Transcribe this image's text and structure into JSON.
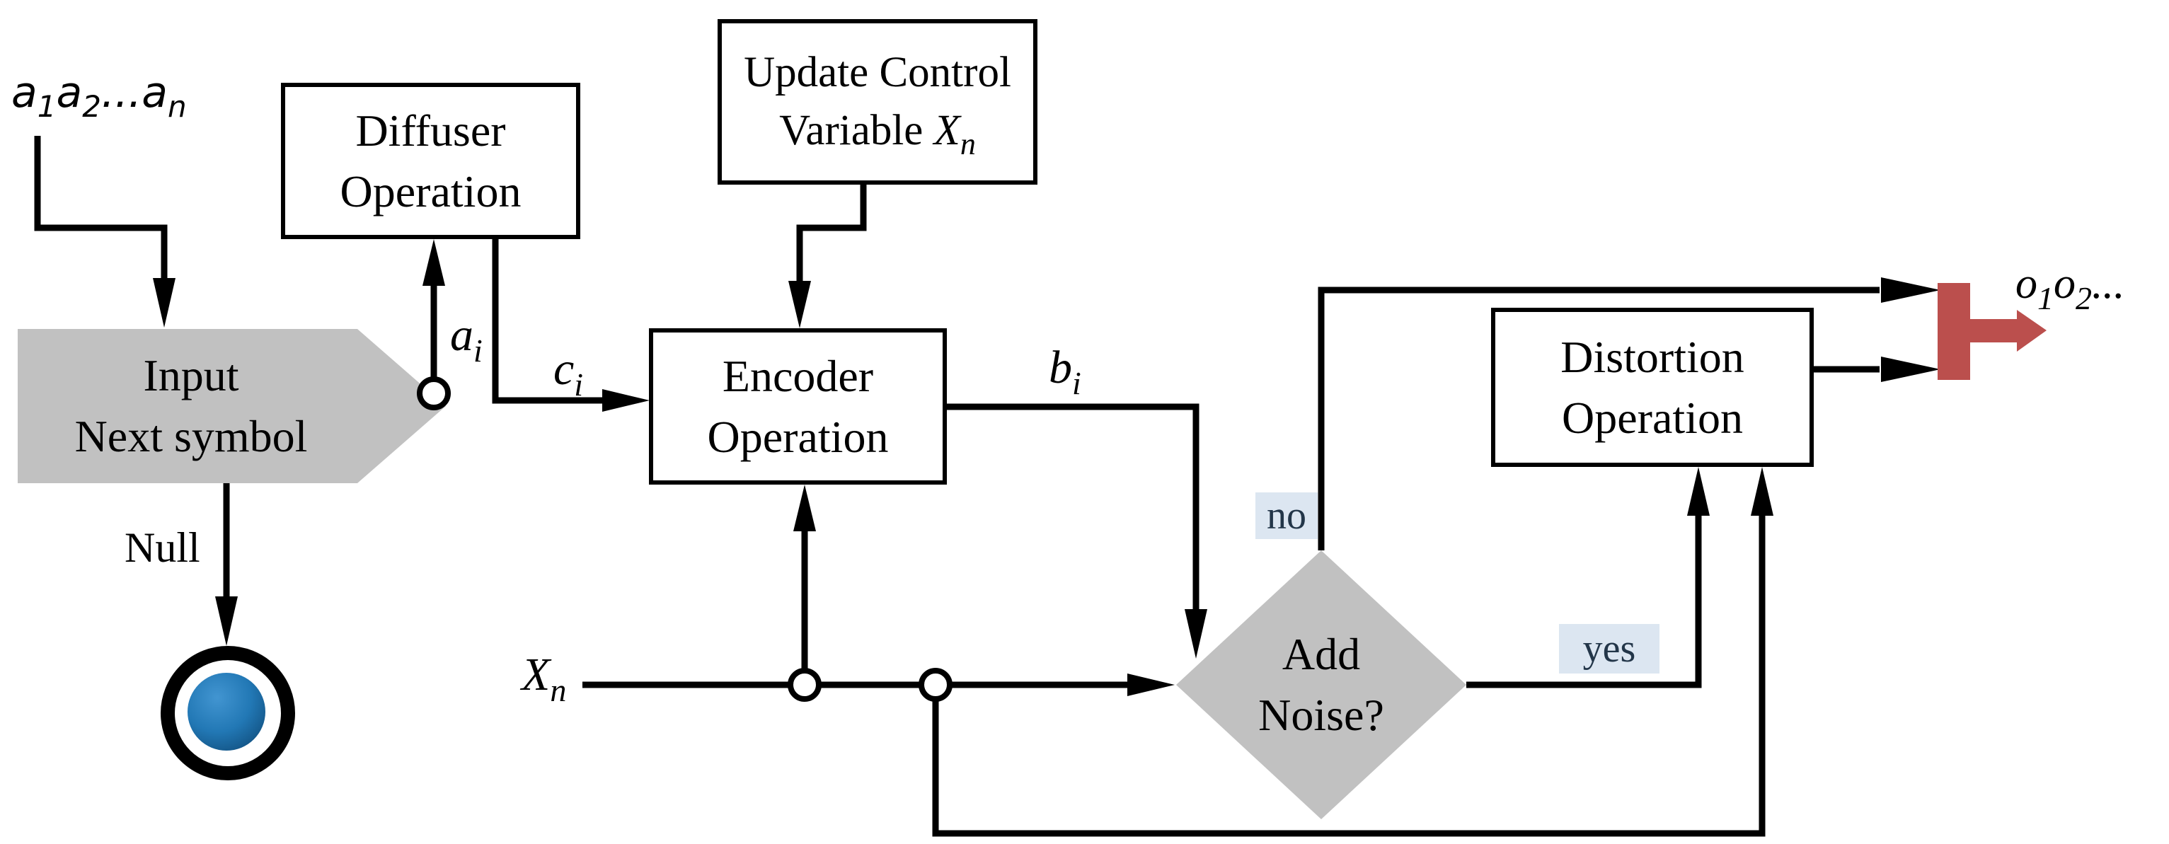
{
  "colors": {
    "shape_gray": "#c1c1c1",
    "badge_background": "#dce6f1",
    "badge_text": "#233649",
    "connector_black": "#000000",
    "output_red": "#bb4f4d",
    "terminator_blue": "#2278b5"
  },
  "nodes": {
    "input": {
      "line1": "Input",
      "line2": "Next symbol"
    },
    "diffuser": {
      "line1": "Diffuser",
      "line2": "Operation"
    },
    "update": {
      "line1": "Update Control",
      "line2_text": "Variable",
      "line2_var": "X",
      "line2_sub": "n"
    },
    "encoder": {
      "line1": "Encoder",
      "line2": "Operation"
    },
    "distortion": {
      "line1": "Distortion",
      "line2": "Operation"
    },
    "decision": {
      "line1": "Add",
      "line2": "Noise?"
    }
  },
  "labels": {
    "stream_in": {
      "a1": "a",
      "s1": "1",
      "a2": "a",
      "s2": "2",
      "dots": "...",
      "a3": "a",
      "s3": "n"
    },
    "ai": {
      "base": "a",
      "sub": "i"
    },
    "ci": {
      "base": "c",
      "sub": "i"
    },
    "bi": {
      "base": "b",
      "sub": "i"
    },
    "xn": {
      "base": "X",
      "sub": "n"
    },
    "null_label": "Null",
    "no": "no",
    "yes": "yes",
    "stream_out": {
      "o1": "o",
      "s1": "1",
      "o2": "o",
      "s2": "2",
      "dots": "..."
    }
  }
}
